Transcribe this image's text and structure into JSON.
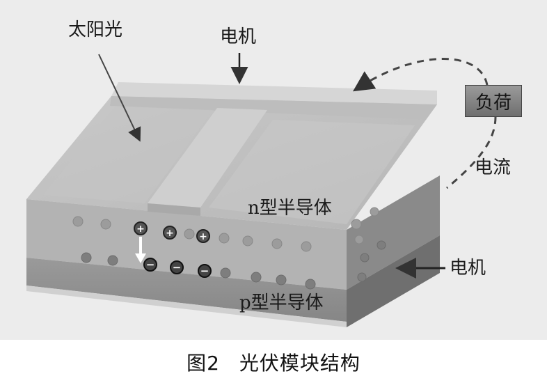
{
  "labels": {
    "sunlight": "太阳光",
    "electrode_top": "电机",
    "load": "负荷",
    "current": "电流",
    "n_type": "n型半导体",
    "p_type": "p型半导体",
    "electrode_bottom": "电机"
  },
  "carriers": {
    "plus": "+",
    "minus": "−"
  },
  "caption": {
    "number": "图2",
    "title": "光伏模块结构"
  },
  "colors": {
    "background": "#ececec",
    "n_layer": "#b8b8b8",
    "p_layer": "#8e8e8e",
    "electrode": "#c4c4c4"
  }
}
